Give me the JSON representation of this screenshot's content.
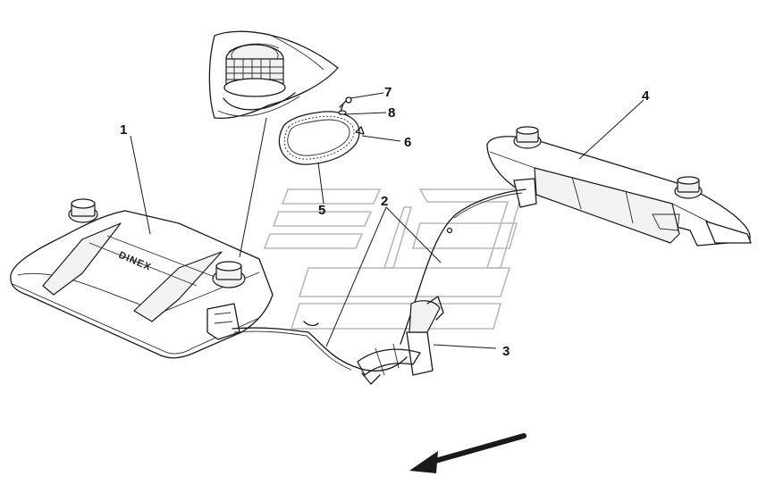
{
  "diagram": {
    "brand_text": "DINEX",
    "callouts": [
      {
        "id": "callout-1",
        "label": "1"
      },
      {
        "id": "callout-2",
        "label": "2"
      },
      {
        "id": "callout-3",
        "label": "3"
      },
      {
        "id": "callout-4",
        "label": "4"
      },
      {
        "id": "callout-5",
        "label": "5"
      },
      {
        "id": "callout-6",
        "label": "6"
      },
      {
        "id": "callout-7",
        "label": "7"
      },
      {
        "id": "callout-8",
        "label": "8"
      }
    ],
    "colors": {
      "line": "#1a1a1a",
      "watermark": "#b8b8b8",
      "background": "#ffffff"
    }
  }
}
